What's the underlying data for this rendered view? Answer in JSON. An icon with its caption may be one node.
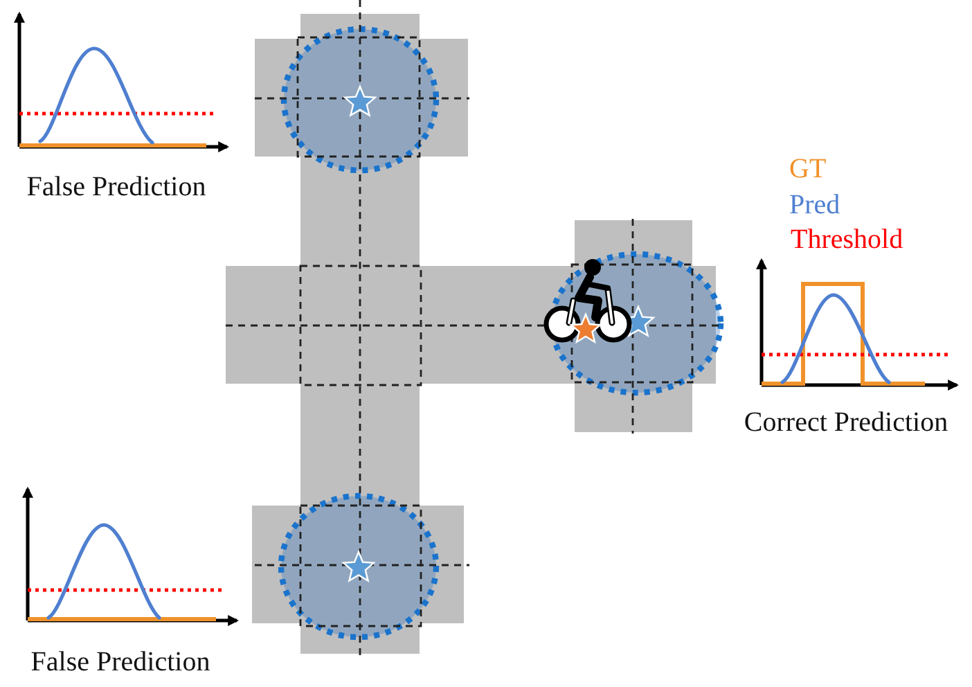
{
  "diagram": {
    "labels": [
      "False Prediction",
      "Correct Prediction",
      "False Prediction"
    ],
    "legend": [
      {
        "text": "GT",
        "color": "#f0922b"
      },
      {
        "text": "Pred",
        "color": "#4f7fd0"
      },
      {
        "text": "Threshold",
        "color": "#ff0000"
      }
    ]
  }
}
